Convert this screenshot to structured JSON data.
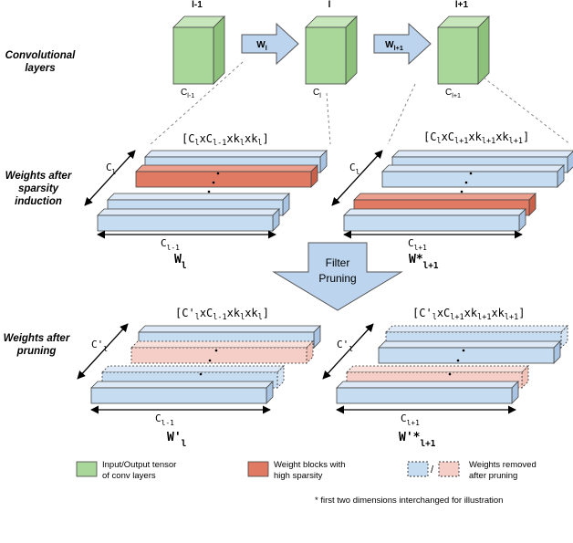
{
  "rows": {
    "conv": "Convolutional\nlayers",
    "sparsity": "Weights after\nsparsity\ninduction",
    "pruning": "Weights after\npruning"
  },
  "tensors": [
    {
      "top": "l-1",
      "bottom": "C",
      "bottom_sub": "l-1"
    },
    {
      "top": "l",
      "bottom": "C",
      "bottom_sub": "l"
    },
    {
      "top": "l+1",
      "bottom": "C",
      "bottom_sub": "l+1"
    }
  ],
  "arrows": [
    {
      "label": "W",
      "sub": "l"
    },
    {
      "label": "W",
      "sub": "l+1"
    }
  ],
  "sparsity": {
    "left": {
      "shape": "[C",
      "shape_parts": [
        {
          "t": "[C"
        },
        {
          "t": "l",
          "s": true
        },
        {
          "t": "xC"
        },
        {
          "t": "l-1",
          "s": true
        },
        {
          "t": "xk"
        },
        {
          "t": "l",
          "s": true
        },
        {
          "t": "xk"
        },
        {
          "t": "l",
          "s": true
        },
        {
          "t": "]"
        }
      ],
      "diag": "C",
      "diag_sub": "l",
      "bottom": "C",
      "bottom_sub": "l-1",
      "name": "W",
      "name_sub": "l"
    },
    "right": {
      "shape_parts": [
        {
          "t": "[C"
        },
        {
          "t": "l",
          "s": true
        },
        {
          "t": "xC"
        },
        {
          "t": "l+1",
          "s": true
        },
        {
          "t": "xk"
        },
        {
          "t": "l+1",
          "s": true
        },
        {
          "t": "xk"
        },
        {
          "t": "l+1",
          "s": true
        },
        {
          "t": "]"
        }
      ],
      "diag": "C",
      "diag_sub": "l",
      "bottom": "C",
      "bottom_sub": "l+1",
      "name": "W*",
      "name_sub": "l+1"
    }
  },
  "filter_pruning": "Filter\nPruning",
  "pruning": {
    "left": {
      "shape_parts": [
        {
          "t": "[C'"
        },
        {
          "t": "l",
          "s": true
        },
        {
          "t": "xC"
        },
        {
          "t": "l-1",
          "s": true
        },
        {
          "t": "xk"
        },
        {
          "t": "l",
          "s": true
        },
        {
          "t": "xk"
        },
        {
          "t": "l",
          "s": true
        },
        {
          "t": "]"
        }
      ],
      "diag": "C'",
      "diag_sub": "l",
      "bottom": "C",
      "bottom_sub": "l-1",
      "name": "W'",
      "name_sub": "l"
    },
    "right": {
      "shape_parts": [
        {
          "t": "[C'"
        },
        {
          "t": "l",
          "s": true
        },
        {
          "t": "xC"
        },
        {
          "t": "l+1",
          "s": true
        },
        {
          "t": "xk"
        },
        {
          "t": "l+1",
          "s": true
        },
        {
          "t": "xk"
        },
        {
          "t": "l+1",
          "s": true
        },
        {
          "t": "]"
        }
      ],
      "diag": "C'",
      "diag_sub": "l",
      "bottom": "C",
      "bottom_sub": "l+1",
      "name": "W'*",
      "name_sub": "l+1"
    }
  },
  "legend": {
    "tensor": "Input/Output tensor\nof conv layers",
    "sparse": "Weight blocks with\nhigh sparsity",
    "slash": "/",
    "removed": "Weights removed\nafter pruning",
    "footnote": "* first two dimensions interchanged for illustration"
  },
  "colors": {
    "green_front": "#a9d79a",
    "green_top": "#c7e6bb",
    "green_side": "#8cc07b",
    "blue": "#c6dcf1",
    "blue_top": "#dde9f6",
    "red": "#e07a63",
    "red_top": "#ec9f8d",
    "pink": "#f5cfc7",
    "arrow_blue": "#bcd4ee"
  }
}
